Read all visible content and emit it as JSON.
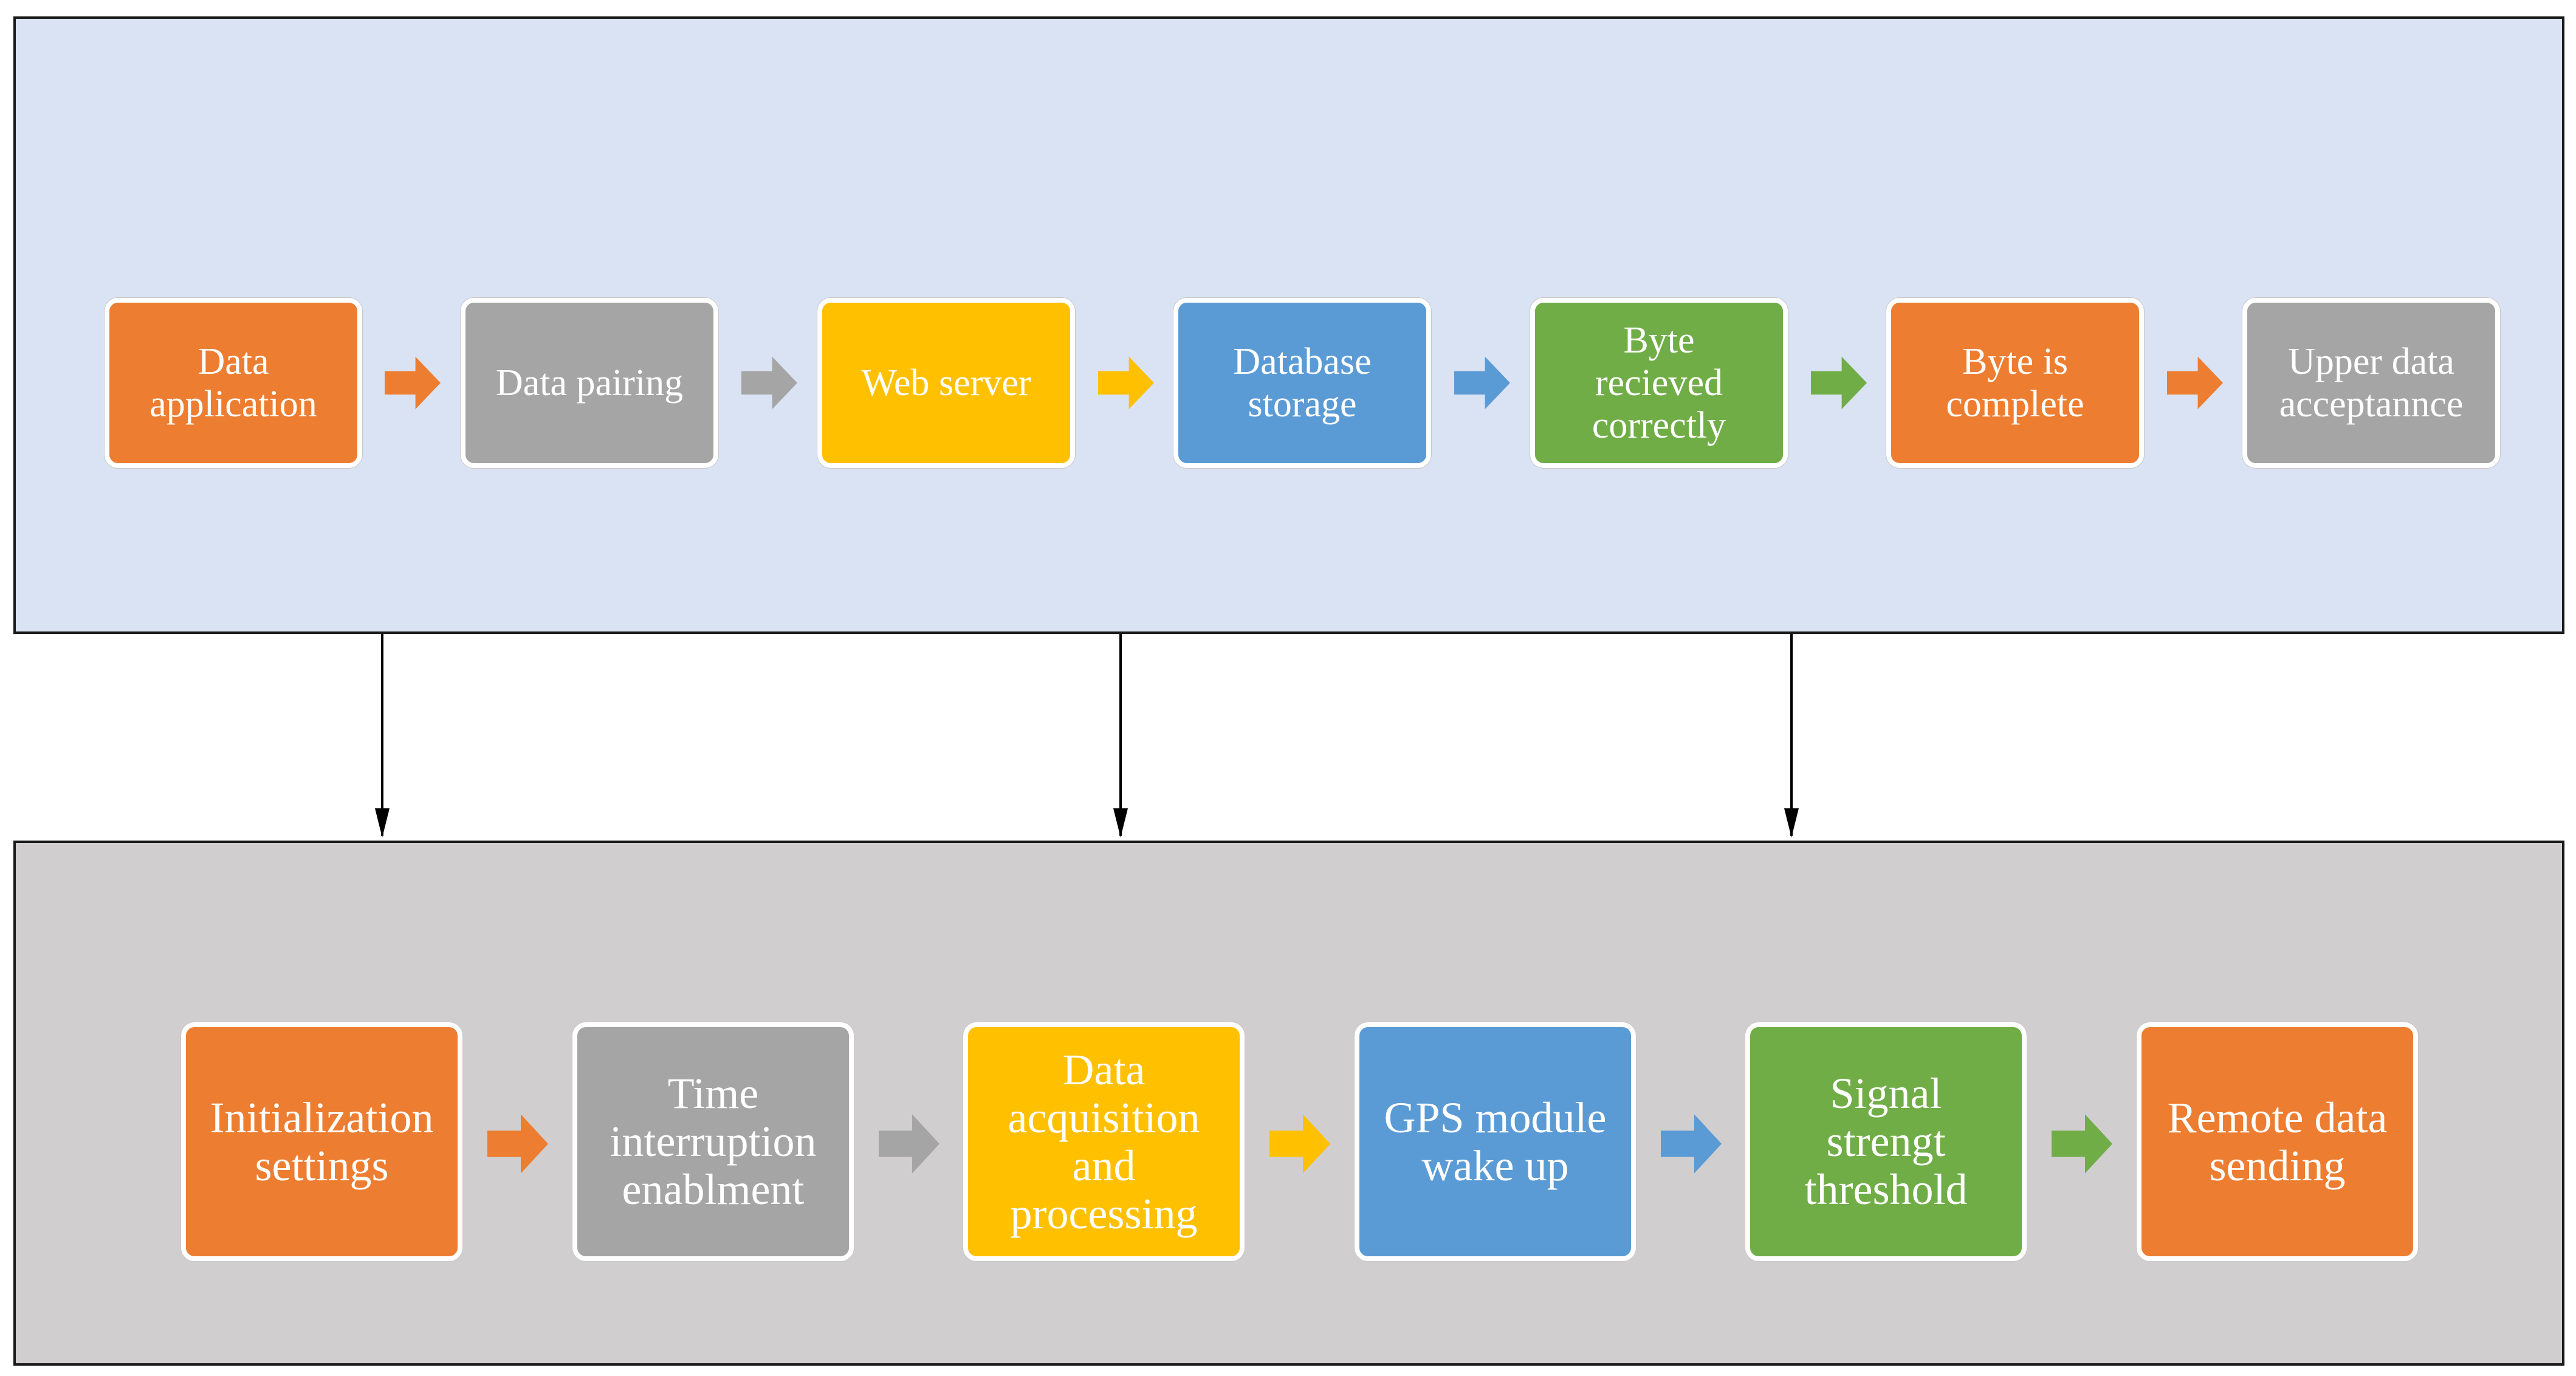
{
  "colors": {
    "orange": "#ed7d31",
    "gray": "#a5a5a5",
    "yellow": "#ffc000",
    "blue": "#5b9bd5",
    "green": "#70ad47",
    "top_panel_bg": "#dae3f3",
    "bottom_panel_bg": "#d0cecf"
  },
  "top_flow": {
    "steps": [
      {
        "label": "Data\napplication",
        "color": "orange"
      },
      {
        "label": "Data pairing",
        "color": "gray"
      },
      {
        "label": "Web server",
        "color": "yellow"
      },
      {
        "label": "Database\nstorage",
        "color": "blue"
      },
      {
        "label": "Byte\nrecieved\ncorrectly",
        "color": "green"
      },
      {
        "label": "Byte is\ncomplete",
        "color": "orange"
      },
      {
        "label": "Upper data\nacceptannce",
        "color": "gray"
      }
    ],
    "arrows": [
      "orange",
      "gray",
      "yellow",
      "blue",
      "green",
      "orange"
    ]
  },
  "bottom_flow": {
    "steps": [
      {
        "label": "Initialization\nsettings",
        "color": "orange"
      },
      {
        "label": "Time\ninterruption\nenablment",
        "color": "gray"
      },
      {
        "label": "Data\nacquisition\nand\nprocessing",
        "color": "yellow"
      },
      {
        "label": "GPS module\nwake up",
        "color": "blue"
      },
      {
        "label": "Signal\nstrengt\nthreshold",
        "color": "green"
      },
      {
        "label": "Remote data\nsending",
        "color": "orange"
      }
    ],
    "arrows": [
      "orange",
      "gray",
      "yellow",
      "blue",
      "green"
    ]
  }
}
